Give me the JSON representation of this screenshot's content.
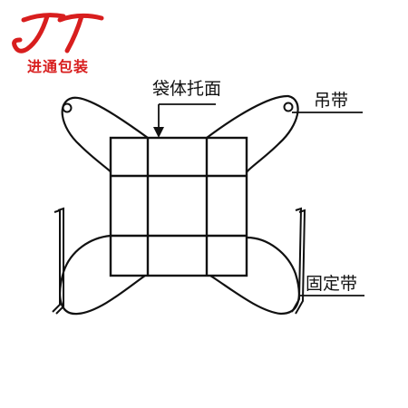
{
  "brand": {
    "logo_letters": "JT",
    "logo_color": "#d81e1e",
    "company_name": "进通包装"
  },
  "labels": {
    "tray_surface": "袋体托面",
    "lifting_strap": "吊带",
    "fixing_strap": "固定带"
  },
  "colors": {
    "line": "#111111"
  }
}
